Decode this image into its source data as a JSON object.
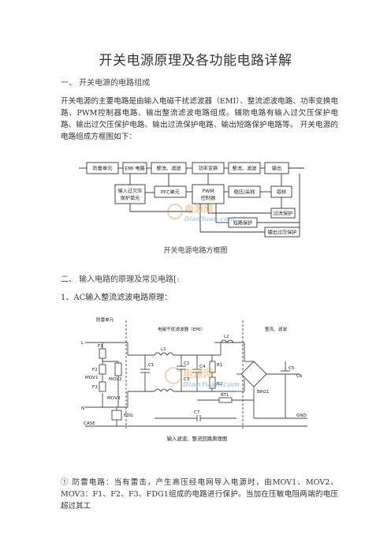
{
  "title": "开关电源原理及各功能电路详解",
  "section1": {
    "heading": "一、  开关电源的电路组成",
    "paragraph": "开关电源的主要电路是由输入电磁干扰滤波器（EMI）、整流滤波电路、功率变换电路、PWM控制器电路、输出整流滤波电路组成。辅助电路有输入过欠压保护电路、输出过欠压保护电路、输出过流保护电路、输出短路保护电路等。 开关电源的电路组成方框图如下："
  },
  "block_diagram": {
    "caption": "开关电源电路方框图",
    "blocks": {
      "surge": "防雷单元",
      "emi": "EMI 电路",
      "rect": "整流、滤波",
      "power": "功率变换",
      "out_rect": "整流、滤波",
      "output": "输出",
      "in_protect_1": "输入过欠压",
      "in_protect_2": "保护单元",
      "pfc": "PFC单元",
      "pwm_1": "PWM",
      "pwm_2": "控制器",
      "isolation": "稳压/采样",
      "sample": "取样",
      "overcurrent": "过流保护",
      "short": "短路保护",
      "out_protect": "输出过压保护"
    },
    "watermark_1": "电源网",
    "watermark_2": "DianYuan.com"
  },
  "section2": {
    "heading": "二、  输入电路的原理及常见电路[:",
    "sub_heading": "1、AC输入整流滤波电路原理："
  },
  "circuit_diagram": {
    "label_surge": "防雷单元",
    "label_emi": "电磁干扰滤波器（EMI）",
    "label_rect": "整流、滤波",
    "caption": "输入滤波、整流回路原理图",
    "parts": {
      "L": "L",
      "N": "N",
      "case": "CASE",
      "gnd": "GND",
      "F1": "F1",
      "F2": "F2",
      "F3": "F3",
      "MOV1": "MOV1",
      "MOV2": "MOV2",
      "MOV3": "MOV3",
      "FDG": "FDG",
      "C1": "C1",
      "L1": "L1",
      "L2": "L2",
      "C2": "C2",
      "C3": "C3",
      "C4": "C4",
      "C5": "C5",
      "C6": "C6",
      "C7": "C7",
      "R1": "R1",
      "R2": "R2",
      "RT1": "RT1",
      "BRG1": "BRG1"
    }
  },
  "paragraph2": "①  防雷电路：当有雷击，产生高压经电网导入电源时，由MOV1、MOV2、MOV3：F1、F2、F3、FDG1组成的电路进行保护。当加在压敏电阻两端的电压超过其工"
}
